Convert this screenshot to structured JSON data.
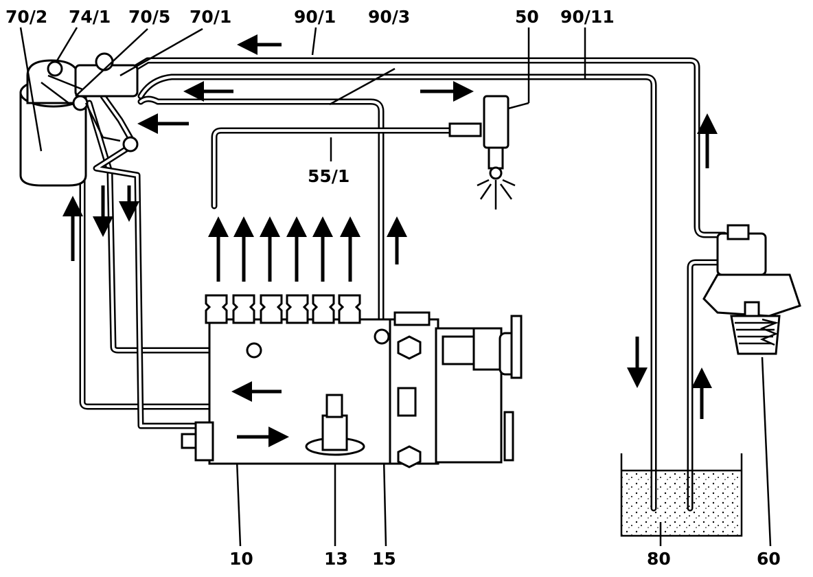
{
  "labels": {
    "l70_2": "70/2",
    "l74_1": "74/1",
    "l70_5": "70/5",
    "l70_1": "70/1",
    "l90_1": "90/1",
    "l90_3": "90/3",
    "l50": "50",
    "l90_11": "90/11",
    "l55_1": "55/1",
    "l10": "10",
    "l13": "13",
    "l15": "15",
    "l80": "80",
    "l60": "60"
  },
  "colors": {
    "ink": "#000000",
    "paper": "#ffffff"
  }
}
